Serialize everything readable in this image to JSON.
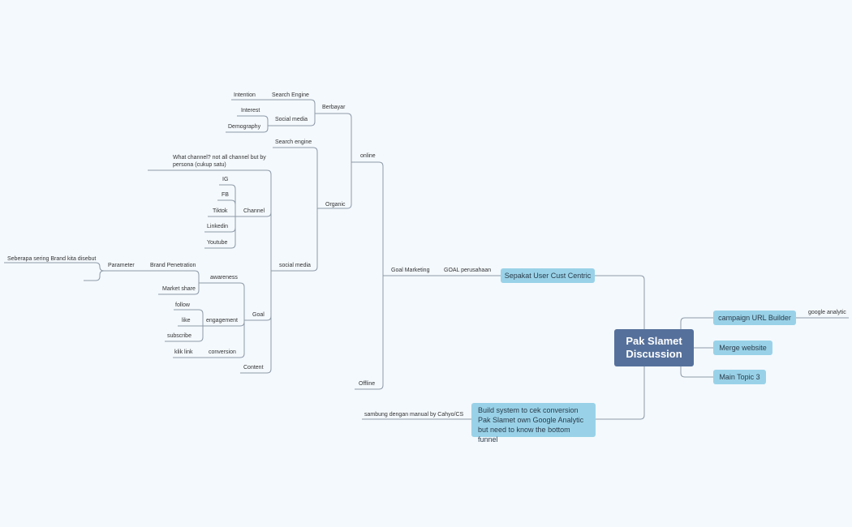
{
  "central_topic": {
    "line1": "Pak Slamet",
    "line2": "Discussion"
  },
  "main_topics": {
    "sepakat": "Sepakat User Cust Centric",
    "campaign": "campaign URL Builder",
    "merge": "Merge website",
    "topic3": "Main Topic 3",
    "build_system": "Build system to cek conversion Pak Slamet own Google Analytic but need to know the bottom funnel"
  },
  "subtopics": {
    "google_analytic": "google analytic",
    "goal_perusahaan": "GOAL perusahaan",
    "goal_marketing": "Goal Marketing",
    "online": "online",
    "offline": "Offline",
    "sambung": "sambung dengan manual by Cahyo/CS",
    "berbayar": "Berbayar",
    "search_engine_paid": "Search Engine",
    "intention": "Intention",
    "social_media_paid": "Social media",
    "interest": "Interest",
    "demography": "Demography",
    "organic": "Organic",
    "search_engine_organic": "Search engine",
    "social_media": "social media",
    "what_channel": "What channel? not all channel but by persona (cukup satu)",
    "channel": "Channel",
    "ig": "IG",
    "fb": "FB",
    "tiktok": "Tiktok",
    "linkedin": "Linkedin",
    "youtube": "Youtube",
    "goal": "Goal",
    "awareness": "awareness",
    "brand_penetration": "Brand Penetration",
    "parameter": "Parameter",
    "seberapa": "Seberapa sering Brand kita disebut",
    "market_share": "Market share",
    "engagement": "engagement",
    "follow": "follow",
    "like": "like",
    "subscribe": "subscribe",
    "conversion": "conversion",
    "klik_link": "klik link",
    "content": "Content"
  }
}
